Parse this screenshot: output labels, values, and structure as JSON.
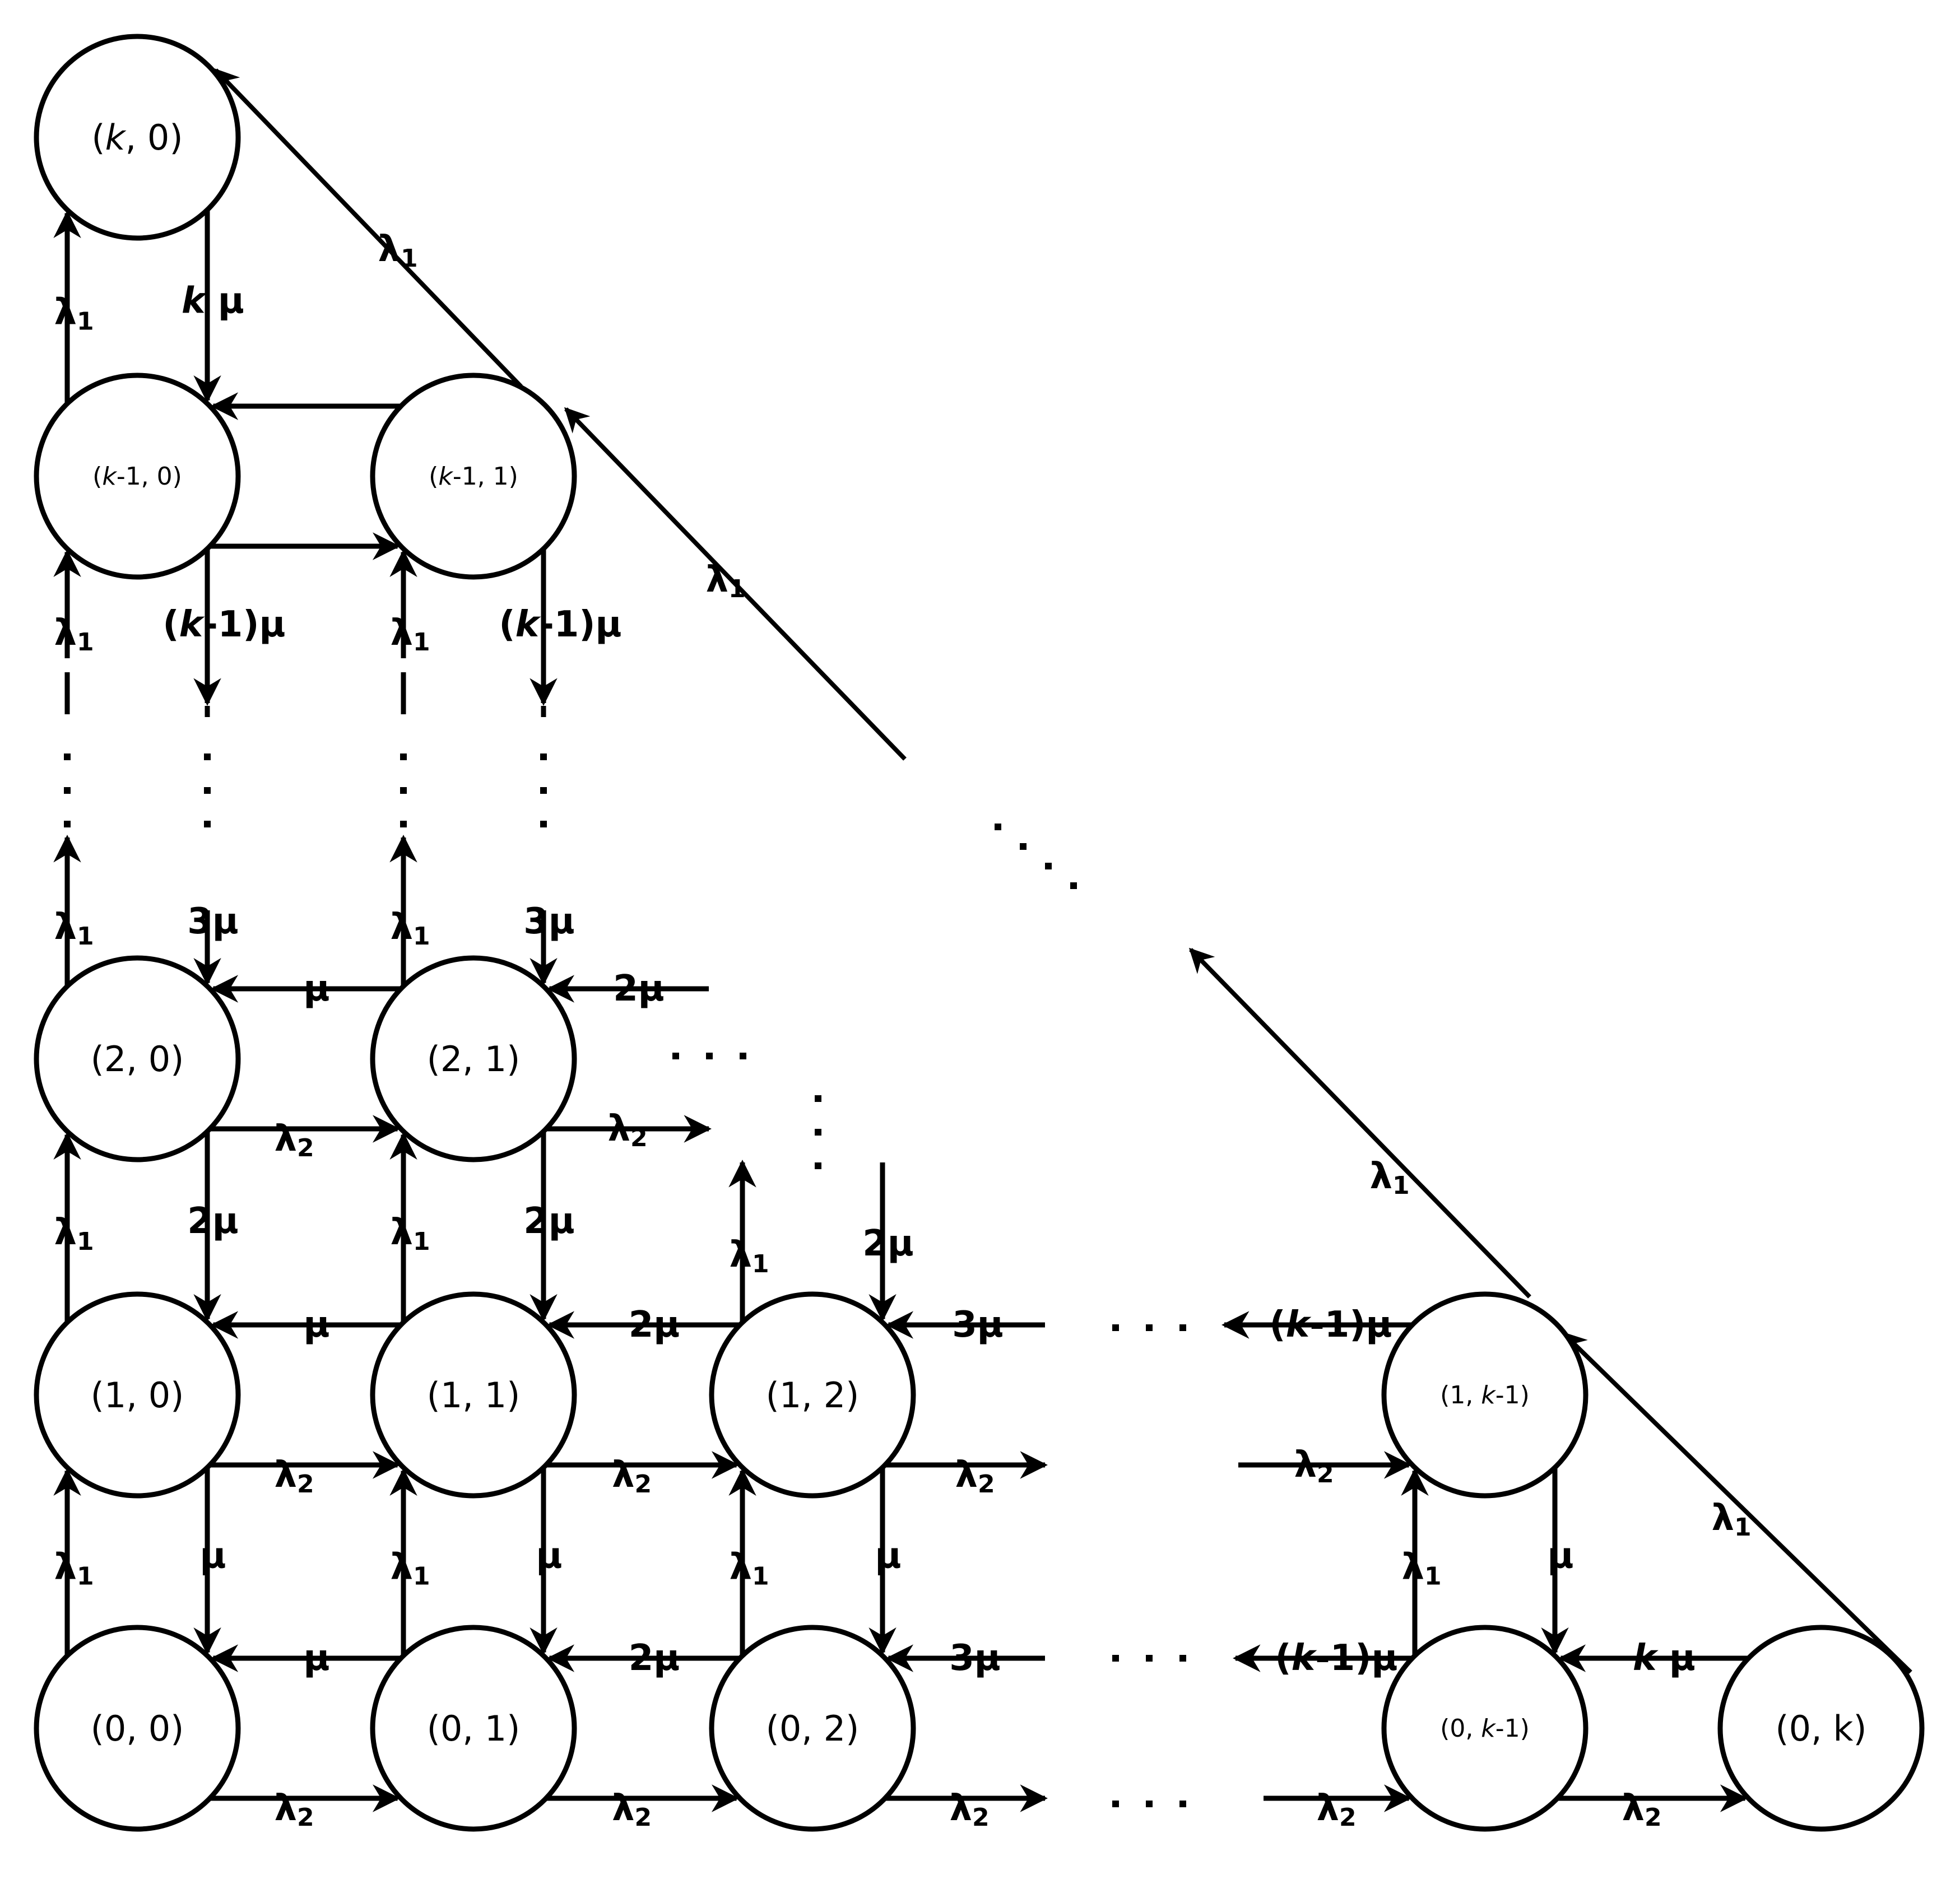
{
  "nodes": [
    {
      "id": "k0",
      "row": 5,
      "col": 0,
      "label": [
        {
          "t": "("
        },
        {
          "t": "k",
          "i": true
        },
        {
          "t": ", 0)"
        }
      ]
    },
    {
      "id": "km1_0",
      "row": 4,
      "col": 0,
      "small": true,
      "label": [
        {
          "t": "("
        },
        {
          "t": "k",
          "i": true
        },
        {
          "t": "-1, 0)"
        }
      ]
    },
    {
      "id": "km1_1",
      "row": 4,
      "col": 1,
      "small": true,
      "label": [
        {
          "t": "("
        },
        {
          "t": "k",
          "i": true
        },
        {
          "t": "-1, 1)"
        }
      ]
    },
    {
      "id": "2_0",
      "row": 3,
      "col": 0,
      "label": [
        {
          "t": "(2,  0)"
        }
      ]
    },
    {
      "id": "2_1",
      "row": 3,
      "col": 1,
      "label": [
        {
          "t": "(2,  1)"
        }
      ]
    },
    {
      "id": "1_0",
      "row": 2,
      "col": 0,
      "label": [
        {
          "t": "(1,  0)"
        }
      ]
    },
    {
      "id": "1_1",
      "row": 2,
      "col": 1,
      "label": [
        {
          "t": "(1,  1)"
        }
      ]
    },
    {
      "id": "1_2",
      "row": 2,
      "col": 2,
      "label": [
        {
          "t": "(1,  2)"
        }
      ]
    },
    {
      "id": "1_km1",
      "row": 2,
      "col": 4,
      "small": true,
      "label": [
        {
          "t": "(1, "
        },
        {
          "t": "k",
          "i": true
        },
        {
          "t": "-1)"
        }
      ]
    },
    {
      "id": "0_0",
      "row": 1,
      "col": 0,
      "label": [
        {
          "t": "(0,  0)"
        }
      ]
    },
    {
      "id": "0_1",
      "row": 1,
      "col": 1,
      "label": [
        {
          "t": "(0,  1)"
        }
      ]
    },
    {
      "id": "0_2",
      "row": 1,
      "col": 2,
      "label": [
        {
          "t": "(0,  2)"
        }
      ]
    },
    {
      "id": "0_km1",
      "row": 1,
      "col": 4,
      "small": true,
      "label": [
        {
          "t": "(0,  "
        },
        {
          "t": "k",
          "i": true
        },
        {
          "t": "-1)"
        }
      ]
    },
    {
      "id": "0_k",
      "row": 1,
      "col": 5,
      "label": [
        {
          "t": "(0, k)"
        }
      ]
    }
  ],
  "rates": {
    "lambda1": [
      {
        "t": "λ"
      },
      {
        "t": "1",
        "s": true
      }
    ],
    "lambda2": [
      {
        "t": "λ"
      },
      {
        "t": "2",
        "s": true
      }
    ],
    "mu": [
      {
        "t": "μ"
      }
    ],
    "two_mu": [
      {
        "t": "2μ"
      }
    ],
    "three_mu": [
      {
        "t": "3μ"
      }
    ],
    "k_mu": [
      {
        "t": "k",
        "i": true
      },
      {
        "t": " μ"
      }
    ],
    "km1_mu": [
      {
        "t": "("
      },
      {
        "t": "k",
        "i": true
      },
      {
        "t": "-1)μ"
      }
    ]
  },
  "ellipsis": "· · ·",
  "colors": {
    "stroke": "#000000",
    "background": "#ffffff"
  }
}
